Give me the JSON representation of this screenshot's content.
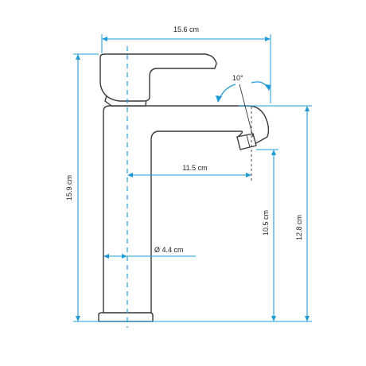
{
  "diagram": {
    "accent_color": "#1e9bd7",
    "line_color": "#3a3a3a",
    "labels": {
      "top_width": "15.6 cm",
      "reach": "11.5 cm",
      "diameter": "Ø 4.4 cm",
      "total_height": "15.9 cm",
      "spout_height": "10.5 cm",
      "body_height": "12.8 cm",
      "swivel_angle": "10°"
    }
  }
}
